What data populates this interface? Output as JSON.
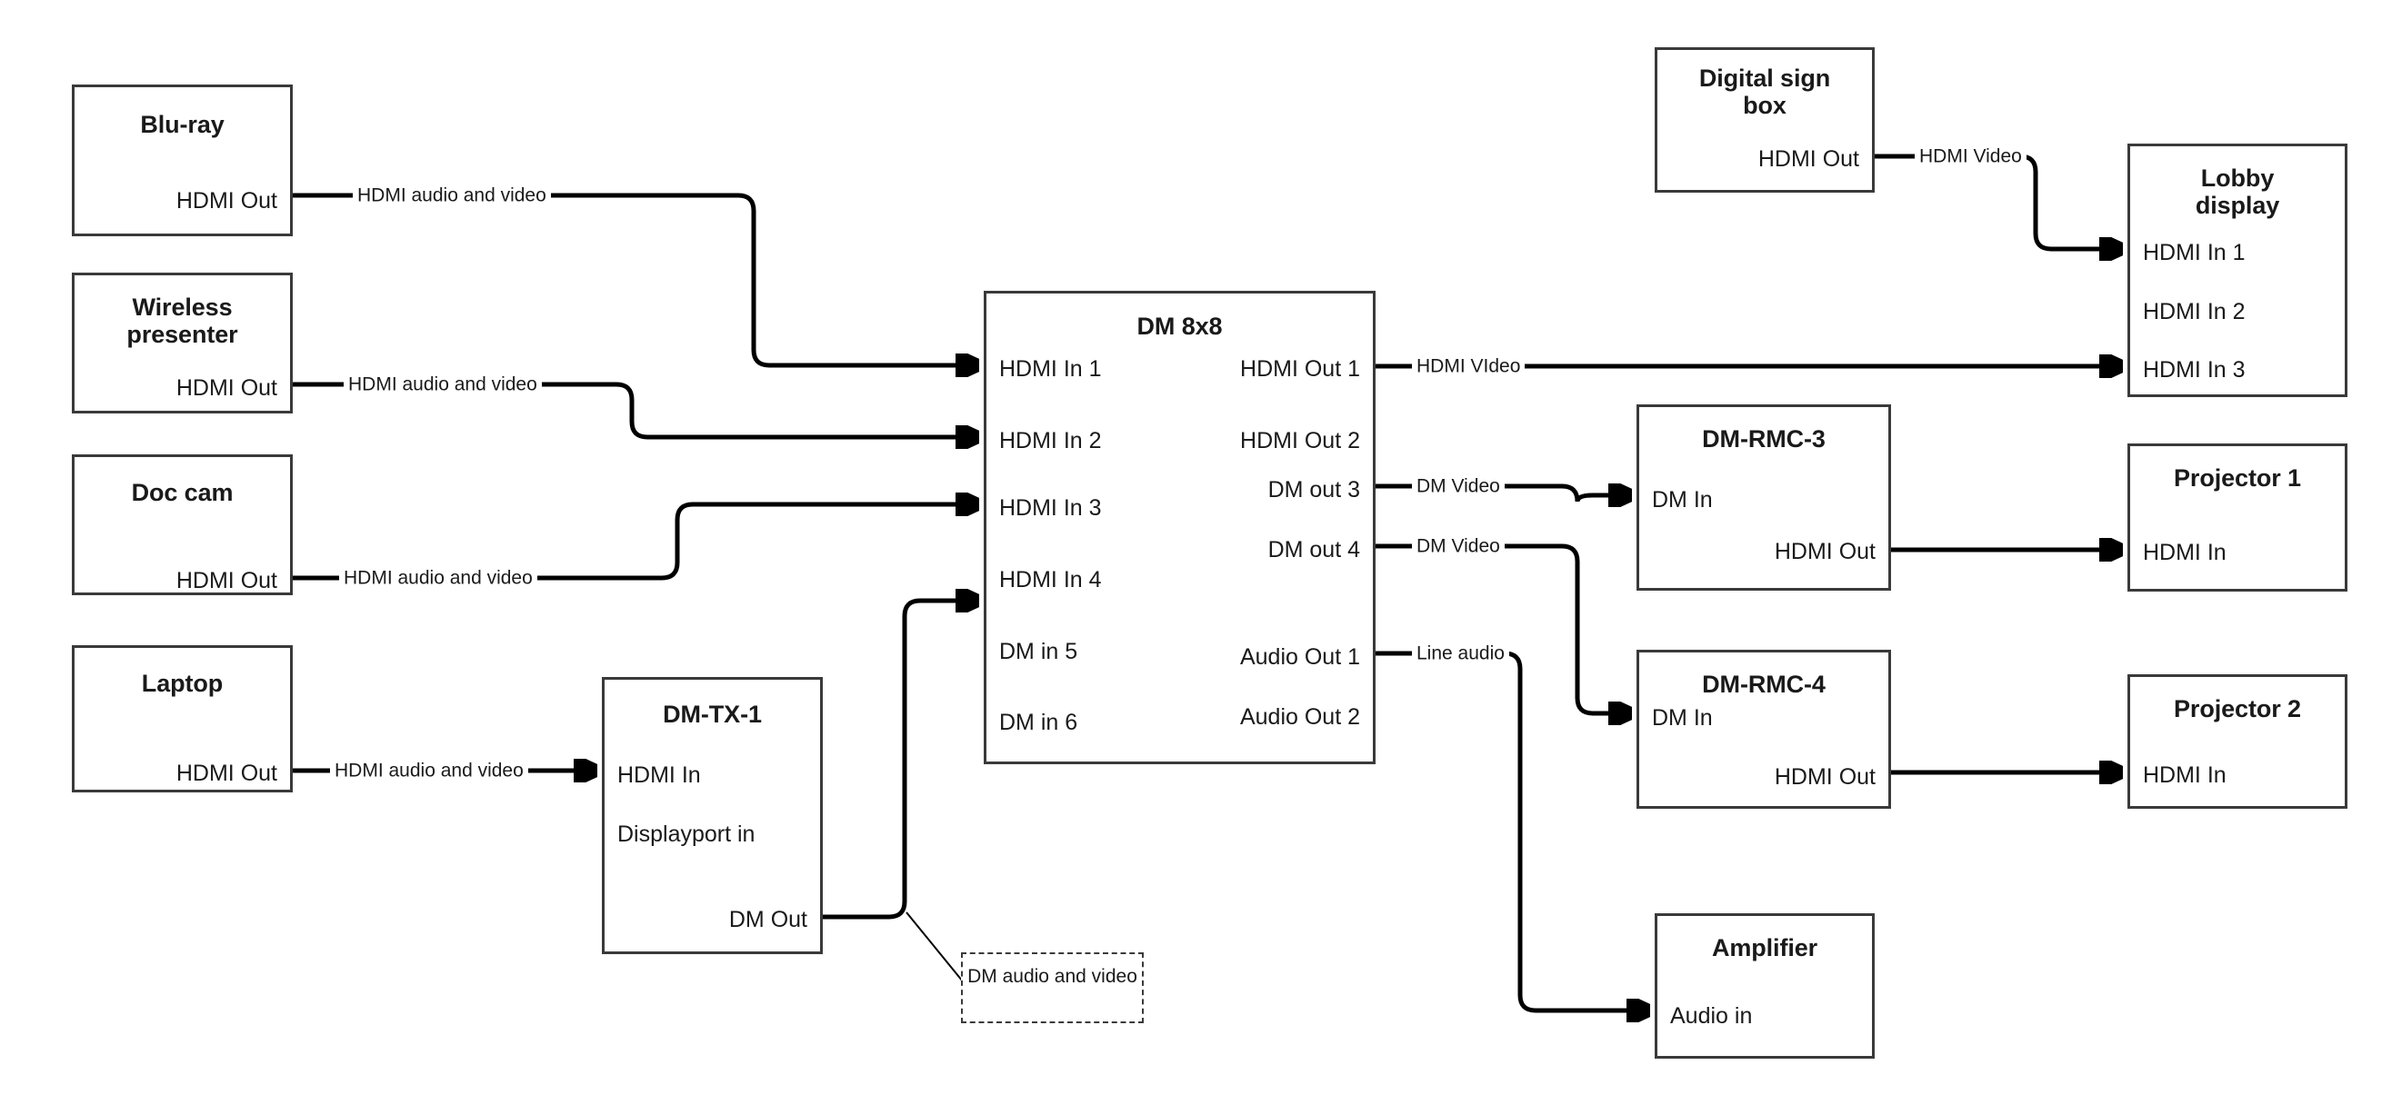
{
  "diagram": {
    "title": "AV signal flow — DM 8x8 matrix switcher",
    "colors": {
      "box_border": "#3a3a3a",
      "wire": "#000000",
      "background": "#ffffff"
    }
  },
  "devices": {
    "bluray": {
      "title": "Blu-ray",
      "ports": {
        "hdmi_out": "HDMI Out"
      }
    },
    "wireless": {
      "title": "Wireless presenter",
      "ports": {
        "hdmi_out": "HDMI Out"
      }
    },
    "doccam": {
      "title": "Doc cam",
      "ports": {
        "hdmi_out": "HDMI Out"
      }
    },
    "laptop": {
      "title": "Laptop",
      "ports": {
        "hdmi_out": "HDMI Out"
      }
    },
    "dmtx1": {
      "title": "DM-TX-1",
      "ports": {
        "hdmi_in": "HDMI In",
        "displayport_in": "Displayport in",
        "dm_out": "DM Out"
      }
    },
    "dm8x8": {
      "title": "DM 8x8",
      "inputs": [
        "HDMI In 1",
        "HDMI In 2",
        "HDMI In 3",
        "HDMI In 4",
        "DM in 5",
        "DM in 6"
      ],
      "outputs": [
        "HDMI Out 1",
        "HDMI Out 2",
        "DM out 3",
        "DM out 4",
        "Audio Out 1",
        "Audio Out 2"
      ]
    },
    "digitalsign": {
      "title": "Digital sign box",
      "title_line1": "Digital sign",
      "title_line2": "box",
      "ports": {
        "hdmi_out": "HDMI Out"
      }
    },
    "lobbydisplay": {
      "title": "Lobby display",
      "title_line1": "Lobby",
      "title_line2": "display",
      "inputs": [
        "HDMI In 1",
        "HDMI In 2",
        "HDMI In 3"
      ]
    },
    "dmrmc3": {
      "title": "DM-RMC-3",
      "ports": {
        "dm_in": "DM In",
        "hdmi_out": "HDMI Out"
      }
    },
    "dmrmc4": {
      "title": "DM-RMC-4",
      "ports": {
        "dm_in": "DM In",
        "hdmi_out": "HDMI Out"
      }
    },
    "projector1": {
      "title": "Projector 1",
      "ports": {
        "hdmi_in": "HDMI In"
      }
    },
    "projector2": {
      "title": "Projector 2",
      "ports": {
        "hdmi_in": "HDMI In"
      }
    },
    "amplifier": {
      "title": "Amplifier",
      "ports": {
        "audio_in": "Audio in"
      }
    }
  },
  "callout": {
    "text": "DM audio and video"
  },
  "links": {
    "bluray_to_in1": "HDMI audio and video",
    "wireless_to_in2": "HDMI audio and video",
    "doccam_to_in3": "HDMI audio and video",
    "laptop_to_dmtx1": "HDMI audio and video",
    "hdmiout1_to_lobby3": "HDMI VIdeo",
    "dmout3_to_rmc3": "DM Video",
    "dmout4_to_rmc4": "DM Video",
    "audioout1_to_amp": "Line audio",
    "sign_to_lobby1": "HDMI Video"
  }
}
